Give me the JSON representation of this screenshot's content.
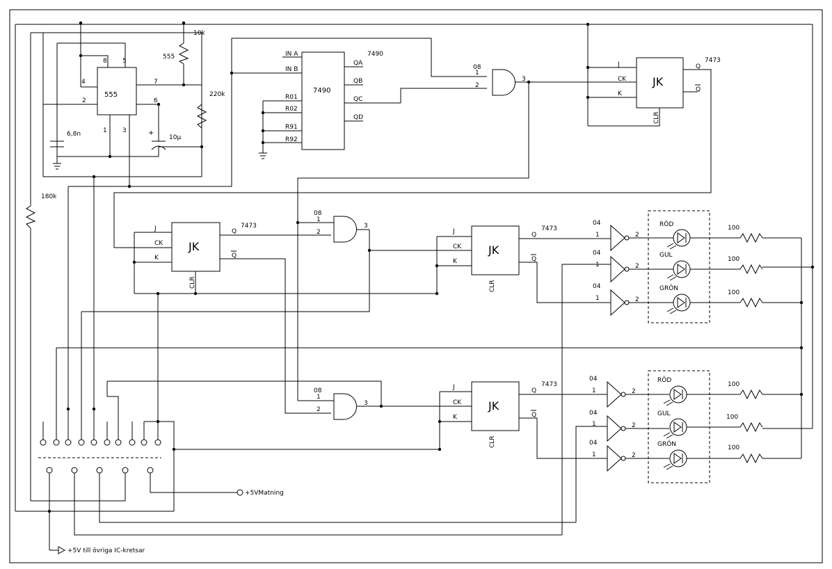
{
  "timer": {
    "part": "555",
    "pin4": "4",
    "pin8": "8",
    "pin5": "5",
    "pin7": "7",
    "pin2": "2",
    "pin6": "6",
    "pin1": "1",
    "pin3": "3",
    "cap1": "6,8n",
    "cap2": "10µ"
  },
  "resistors": {
    "r10k": "10k",
    "r220k": "220k",
    "r180k": "180k",
    "r100": "100"
  },
  "counter": {
    "part": "7490",
    "name": "7490",
    "in_a": "IN A",
    "in_b": "IN B",
    "r01": "R01",
    "r02": "R02",
    "r91": "R91",
    "r92": "R92",
    "qa": "QA",
    "qb": "QB",
    "qc": "QC",
    "qd": "QD"
  },
  "and_gate": {
    "part": "08",
    "in1": "1",
    "in2": "2",
    "out": "3"
  },
  "flipflop": {
    "part": "7473",
    "name": "JK",
    "j": "J",
    "ck": "CK",
    "k": "K",
    "q": "Q",
    "qbar": "Q",
    "clr": "CLR"
  },
  "inverter": {
    "part": "04",
    "in": "1",
    "out": "2"
  },
  "leds": {
    "red": "RÖD",
    "yellow": "GUL",
    "green": "GRÖN"
  },
  "power": {
    "supply": "+5VMatning",
    "other": "+5V till övriga IC-kretsar"
  }
}
